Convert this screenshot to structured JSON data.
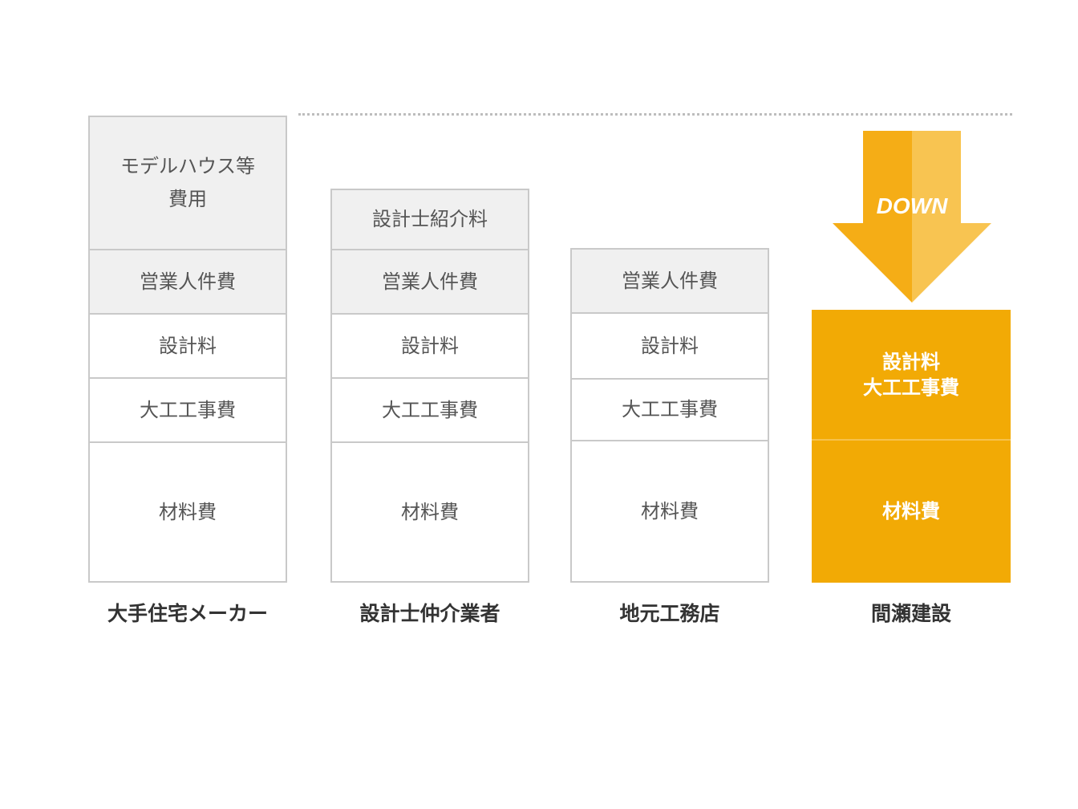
{
  "columns": [
    {
      "caption": "大手住宅メーカー",
      "segments": [
        {
          "label": "モデルハウス等",
          "label2": "費用",
          "style": "gray"
        },
        {
          "label": "営業人件費",
          "style": "gray"
        },
        {
          "label": "設計料",
          "style": "white"
        },
        {
          "label": "大工工事費",
          "style": "white"
        },
        {
          "label": "材料費",
          "style": "white"
        }
      ]
    },
    {
      "caption": "設計士仲介業者",
      "segments": [
        {
          "label": "設計士紹介料",
          "style": "gray"
        },
        {
          "label": "営業人件費",
          "style": "gray"
        },
        {
          "label": "設計料",
          "style": "white"
        },
        {
          "label": "大工工事費",
          "style": "white"
        },
        {
          "label": "材料費",
          "style": "white"
        }
      ]
    },
    {
      "caption": "地元工務店",
      "segments": [
        {
          "label": "営業人件費",
          "style": "gray"
        },
        {
          "label": "設計料",
          "style": "white"
        },
        {
          "label": "大工工事費",
          "style": "white"
        },
        {
          "label": "材料費",
          "style": "white"
        }
      ]
    },
    {
      "caption": "間瀬建設",
      "segments": [
        {
          "label": "設計料",
          "label2": "大工工事費",
          "style": "orange"
        },
        {
          "label": "材料費",
          "style": "orange"
        }
      ]
    }
  ],
  "arrow": {
    "label": "DOWN",
    "direction": "down",
    "color_dark": "#f5ad16",
    "color_light": "#f8c451"
  },
  "colors": {
    "accent": "#f2aa05",
    "gray_fill": "#f0f0f0",
    "border": "#c9c9c9",
    "text": "#555555",
    "caption": "#333333"
  }
}
